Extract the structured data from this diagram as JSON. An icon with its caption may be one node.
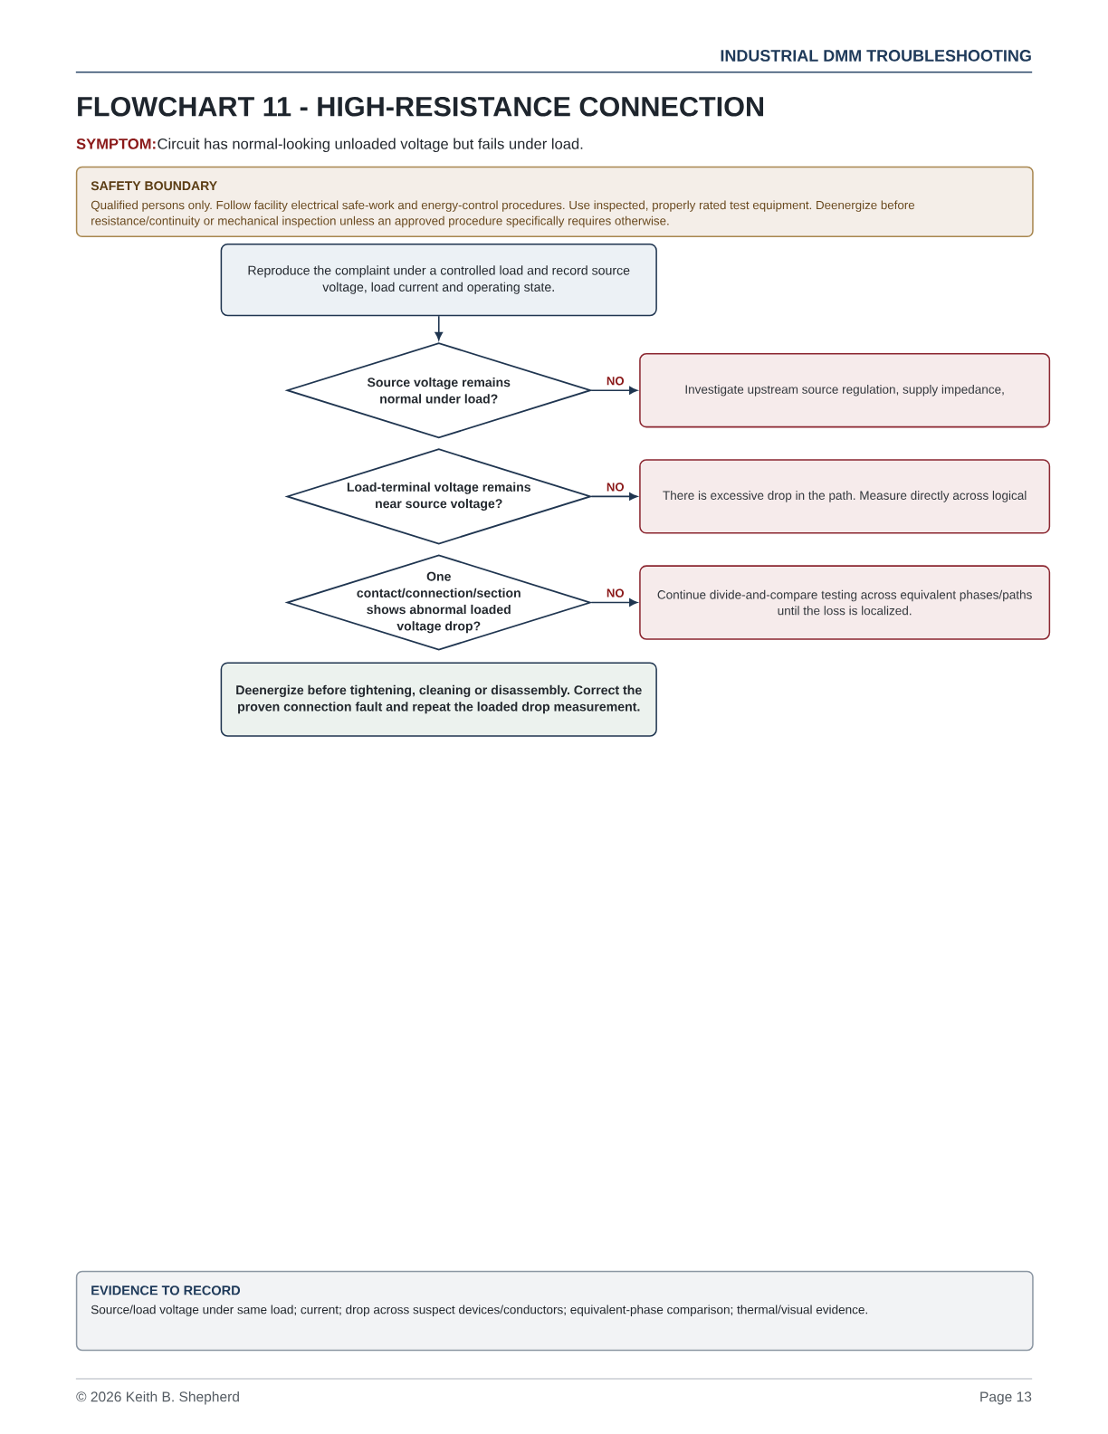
{
  "diagram": {
    "title": "FLOWCHART 11 - HIGH-RESISTANCE CONNECTION",
    "nodes": [
      {
        "text": [
          "SAFETY BOUNDARY",
          "Qualified persons only. Follow facility electrical safe-work and energy-control procedures. Use inspected, properly rated test equipment. Deenergize before resistance/continuity or mechanical inspection unless an approved procedure specifically requires otherwise."
        ]
      },
      {
        "text": [
          "Reproduce the complaint under a controlled load and record source voltage, load current and operating state."
        ]
      },
      {
        "text": [
          "Source voltage remains normal under load?"
        ]
      },
      {
        "text": [
          "Investigate upstream source regulation, supply impedance,"
        ]
      },
      {
        "text": [
          "Load-terminal voltage remains near source voltage?"
        ]
      },
      {
        "text": [
          "There is excessive drop in the path. Measure directly across logical"
        ]
      },
      {
        "text": [
          "One contact/connection/section shows abnormal loaded voltage drop?"
        ]
      },
      {
        "text": [
          "Continue divide-and-compare testing across equivalent phases/paths until the loss is localized."
        ]
      },
      {
        "text": [
          "Deenergize before tightening, cleaning or disassembly. Correct the proven connection fault and repeat the loaded drop measurement."
        ]
      },
      {
        "text": [
          "EVIDENCE TO RECORD",
          "Source/load voltage under same load; current; drop across suspect devices/conductors; equivalent-phase comparison; thermal/visual evidence."
        ]
      }
    ],
    "edges": [
      {
        "from": 1,
        "to": 2,
        "arrow": "to"
      },
      {
        "from": 2,
        "to": 3,
        "arrow": "to",
        "label": "NO"
      },
      {
        "from": 4,
        "to": 5,
        "arrow": "to",
        "label": "NO"
      },
      {
        "from": 6,
        "to": 7,
        "arrow": "to",
        "label": "NO"
      }
    ],
    "labels": [
      "INDUSTRIAL DMM TROUBLESHOOTING",
      "SYMPTOM:",
      "Circuit has normal-looking unloaded voltage but fails under load.",
      "© 2026 Keith B. Shepherd",
      "Page 13"
    ]
  }
}
